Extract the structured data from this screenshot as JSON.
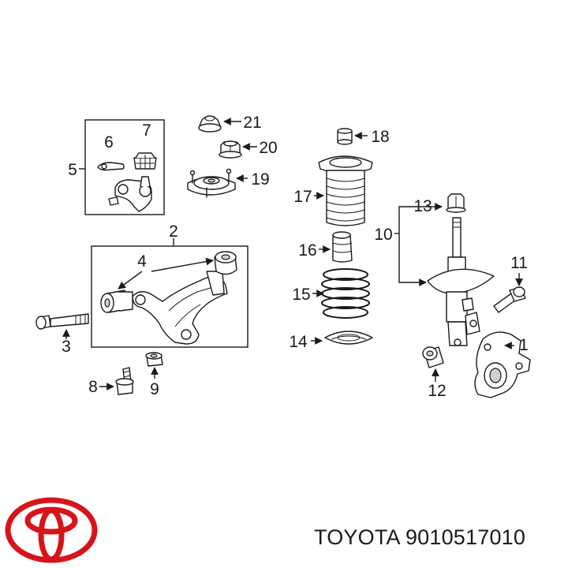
{
  "brand": {
    "name": "TOYOTA",
    "logo_icon": "toyota-logo-icon",
    "logo_color": "#d7141a"
  },
  "part_number": "9010517010",
  "callouts": [
    "1",
    "2",
    "3",
    "4",
    "5",
    "6",
    "7",
    "8",
    "9",
    "10",
    "11",
    "12",
    "13",
    "14",
    "15",
    "16",
    "17",
    "18",
    "19",
    "20",
    "21"
  ]
}
